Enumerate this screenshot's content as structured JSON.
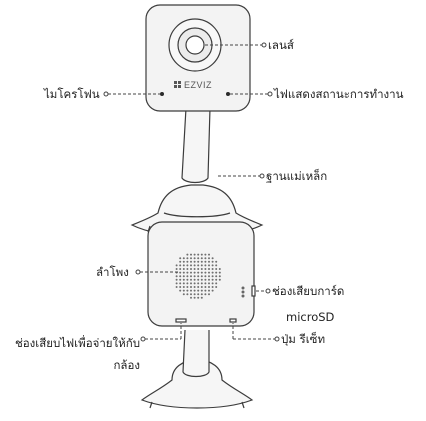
{
  "colors": {
    "body": "#f3f3f3",
    "stroke": "#3c3c3c",
    "speaker": "#707070",
    "led": "#2a2a2a"
  },
  "front_view": {
    "brand_logo": "EZVIZ",
    "labels": {
      "lens": "เลนส์",
      "microphone": "ไมโครโฟน",
      "status_indicator": "ไฟแสดงสถานะการทำงาน",
      "magnetic_base": "ฐานแม่เหล็ก"
    }
  },
  "back_view": {
    "labels": {
      "speaker": "ลำโพง",
      "microsd_slot_line1": "ช่องเสียบการ์ด",
      "microsd_slot_line2": "microSD",
      "power_port": "ช่องเสียบไฟเพื่อจ่ายให้กับกล้อง",
      "reset_button": "ปุ่ม รีเซ็ท"
    }
  }
}
